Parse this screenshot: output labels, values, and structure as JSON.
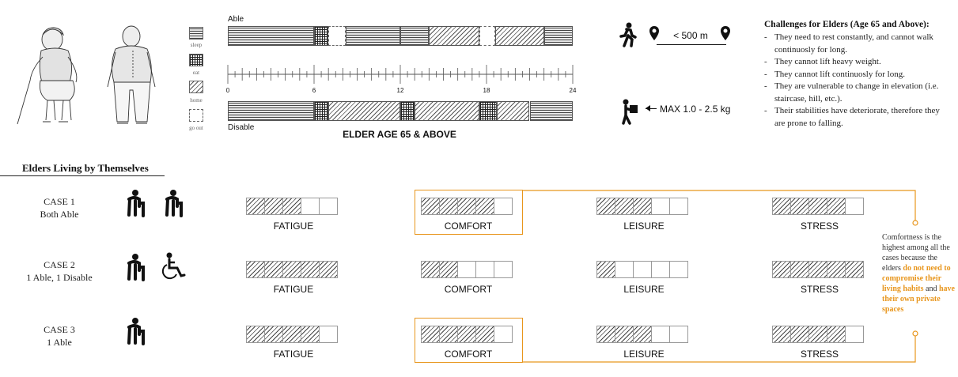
{
  "timeline": {
    "able_label": "Able",
    "disable_label": "Disable",
    "title": "ELDER AGE 65 & ABOVE",
    "ticks": [
      "0",
      "6",
      "12",
      "18",
      "24"
    ],
    "legend": [
      {
        "key": "sleep",
        "label": "sleep"
      },
      {
        "key": "eat",
        "label": "eat"
      },
      {
        "key": "home",
        "label": "home"
      },
      {
        "key": "out",
        "label": "go out"
      }
    ],
    "able_segments": [
      {
        "from": 0,
        "to": 6,
        "type": "sleep"
      },
      {
        "from": 6,
        "to": 7,
        "type": "eat"
      },
      {
        "from": 7,
        "to": 8.2,
        "type": "out"
      },
      {
        "from": 8.2,
        "to": 12,
        "type": "sleep"
      },
      {
        "from": 12,
        "to": 14,
        "type": "sleep"
      },
      {
        "from": 14,
        "to": 17.5,
        "type": "home"
      },
      {
        "from": 17.5,
        "to": 18.6,
        "type": "out"
      },
      {
        "from": 18.6,
        "to": 22,
        "type": "home"
      },
      {
        "from": 22,
        "to": 24,
        "type": "sleep"
      }
    ],
    "disable_segments": [
      {
        "from": 0,
        "to": 6,
        "type": "sleep"
      },
      {
        "from": 6,
        "to": 7,
        "type": "eat"
      },
      {
        "from": 7,
        "to": 12,
        "type": "home"
      },
      {
        "from": 12,
        "to": 13,
        "type": "eat"
      },
      {
        "from": 13,
        "to": 17.5,
        "type": "home"
      },
      {
        "from": 17.5,
        "to": 18.7,
        "type": "eat"
      },
      {
        "from": 18.7,
        "to": 21,
        "type": "home"
      },
      {
        "from": 21,
        "to": 24,
        "type": "sleep"
      }
    ]
  },
  "mobility": {
    "distance": "< 500 m",
    "weight": "MAX 1.0 - 2.5 kg"
  },
  "challenges": {
    "title": "Challenges for Elders (Age 65 and Above):",
    "items": [
      "They need to rest constantly, and cannot walk continuosly for long.",
      "They cannot lift heavy weight.",
      "They cannot lift continuosly for long.",
      "They are vulnerable to change in elevation (i.e. staircase, hill, etc.).",
      "Their stabilities have deteriorate, therefore they are prone to falling."
    ]
  },
  "section_title": "Elders Living by Themselves",
  "cases": [
    {
      "title": "CASE 1",
      "subtitle": "Both Able",
      "levels": {
        "fatigue": 3,
        "comfort": 4,
        "leisure": 3,
        "stress": 4
      }
    },
    {
      "title": "CASE 2",
      "subtitle": "1 Able, 1 Disable",
      "levels": {
        "fatigue": 5,
        "comfort": 2,
        "leisure": 1,
        "stress": 5
      }
    },
    {
      "title": "CASE 3",
      "subtitle": "1 Able",
      "levels": {
        "fatigue": 4,
        "comfort": 4,
        "leisure": 3,
        "stress": 4
      }
    }
  ],
  "metrics": {
    "fatigue": "FATIGUE",
    "comfort": "COMFORT",
    "leisure": "LEISURE",
    "stress": "STRESS"
  },
  "note": {
    "p1": "Comfortness is the highest among all the cases because the elders ",
    "h1": "do not need to compromise their living habits",
    "p2": " and ",
    "h2": "have their own private spaces"
  },
  "accent": "#e8961d"
}
